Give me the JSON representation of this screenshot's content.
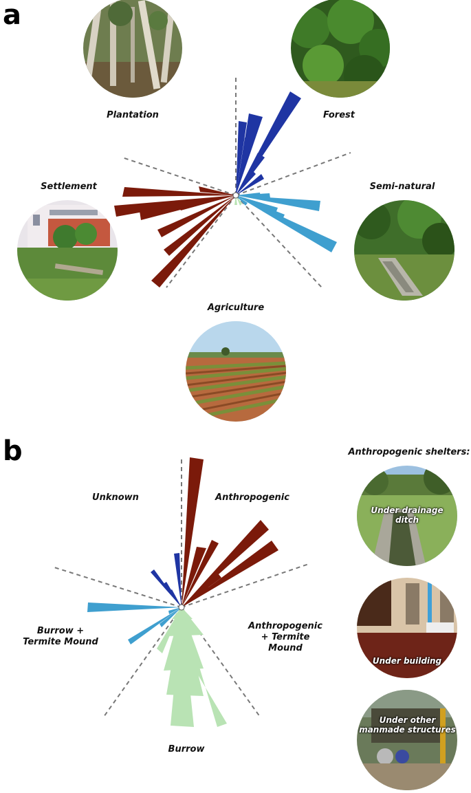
{
  "panel_a": {
    "letter": "a",
    "habitats": {
      "plantation": "Plantation",
      "forest": "Forest",
      "settlement": "Settlement",
      "semi_natural": "Semi-natural",
      "agriculture": "Agriculture"
    }
  },
  "panel_b": {
    "letter": "b",
    "shelters_title": "Anthropogenic shelters:",
    "categories": {
      "unknown": "Unknown",
      "anthropogenic": "Anthropogenic",
      "burrow_termite_line1": "Burrow +",
      "burrow_termite_line2": "Termite Mound",
      "anthro_termite_line1": "Anthropogenic",
      "anthro_termite_line2": "+ Termite",
      "anthro_termite_line3": "Mound",
      "burrow": "Burrow"
    },
    "photos": {
      "drainage_line1": "Under drainage",
      "drainage_line2": "ditch",
      "building": "Under building",
      "other_line1": "Under other",
      "other_line2": "manmade structures"
    }
  },
  "colors": {
    "forest": "#1f35a3",
    "semi_natural": "#3f9fcf",
    "settlement": "#7b1a0a",
    "agriculture": "#b9e3b4",
    "burrow": "#b9e3b4",
    "divider": "#777777"
  }
}
